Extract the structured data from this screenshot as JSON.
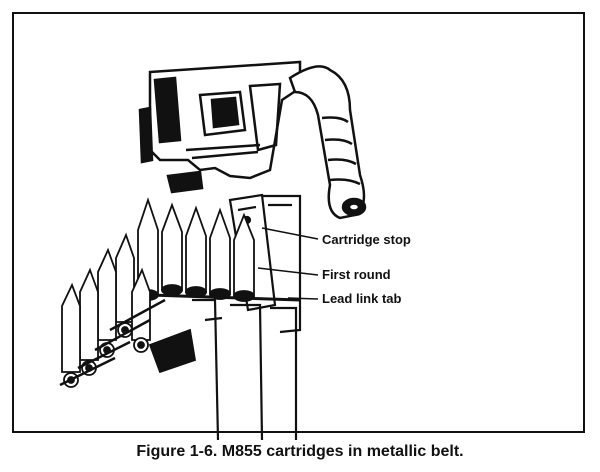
{
  "figure": {
    "caption": "Figure 1-6. M855 cartridges in metallic belt."
  },
  "callouts": [
    {
      "label": "Cartridge stop"
    },
    {
      "label": "First round"
    },
    {
      "label": "Lead link tab"
    }
  ]
}
